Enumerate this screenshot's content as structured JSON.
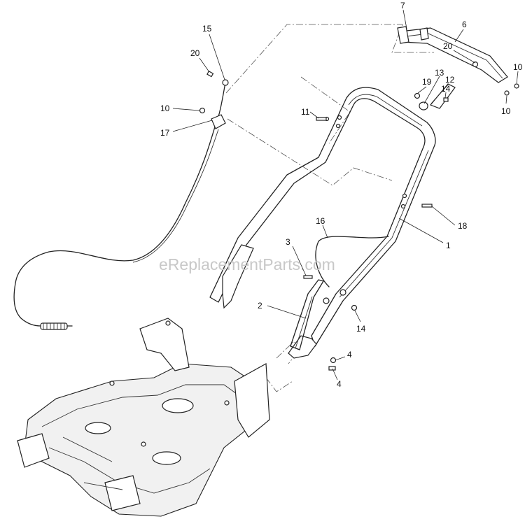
{
  "watermark": "eReplacementParts.com",
  "callouts": [
    {
      "label": "7"
    },
    {
      "label": "6"
    },
    {
      "label": "20"
    },
    {
      "label": "10"
    },
    {
      "label": "10"
    },
    {
      "label": "19"
    },
    {
      "label": "13"
    },
    {
      "label": "12"
    },
    {
      "label": "14"
    },
    {
      "label": "11"
    },
    {
      "label": "15"
    },
    {
      "label": "20"
    },
    {
      "label": "10"
    },
    {
      "label": "17"
    },
    {
      "label": "18"
    },
    {
      "label": "16"
    },
    {
      "label": "1"
    },
    {
      "label": "3"
    },
    {
      "label": "2"
    },
    {
      "label": "14"
    },
    {
      "label": "4"
    },
    {
      "label": "4"
    }
  ]
}
